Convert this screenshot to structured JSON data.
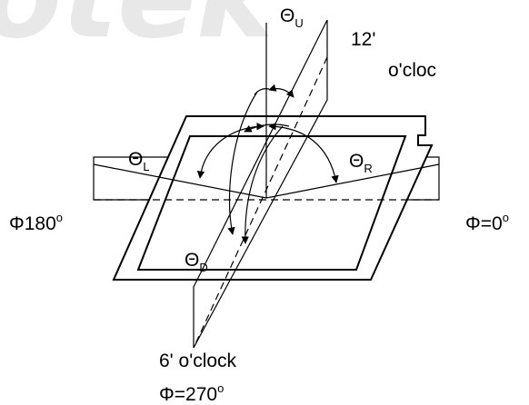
{
  "watermark": {
    "text": "otek",
    "color": "#e8e8e8"
  },
  "labels": {
    "theta_symbol": "Θ",
    "theta_u_sub": "U",
    "theta_l_sub": "L",
    "theta_r_sub": "R",
    "theta_d_sub": "D",
    "twelve_line1": "12'",
    "twelve_line2": "o'cloc",
    "phi180": "Φ180",
    "phi0": "Φ=0",
    "six_oclock": "6' o'clock",
    "phi270": "Φ=270",
    "degree_mark": "o"
  },
  "colors": {
    "stroke": "#000000",
    "background": "#ffffff"
  }
}
